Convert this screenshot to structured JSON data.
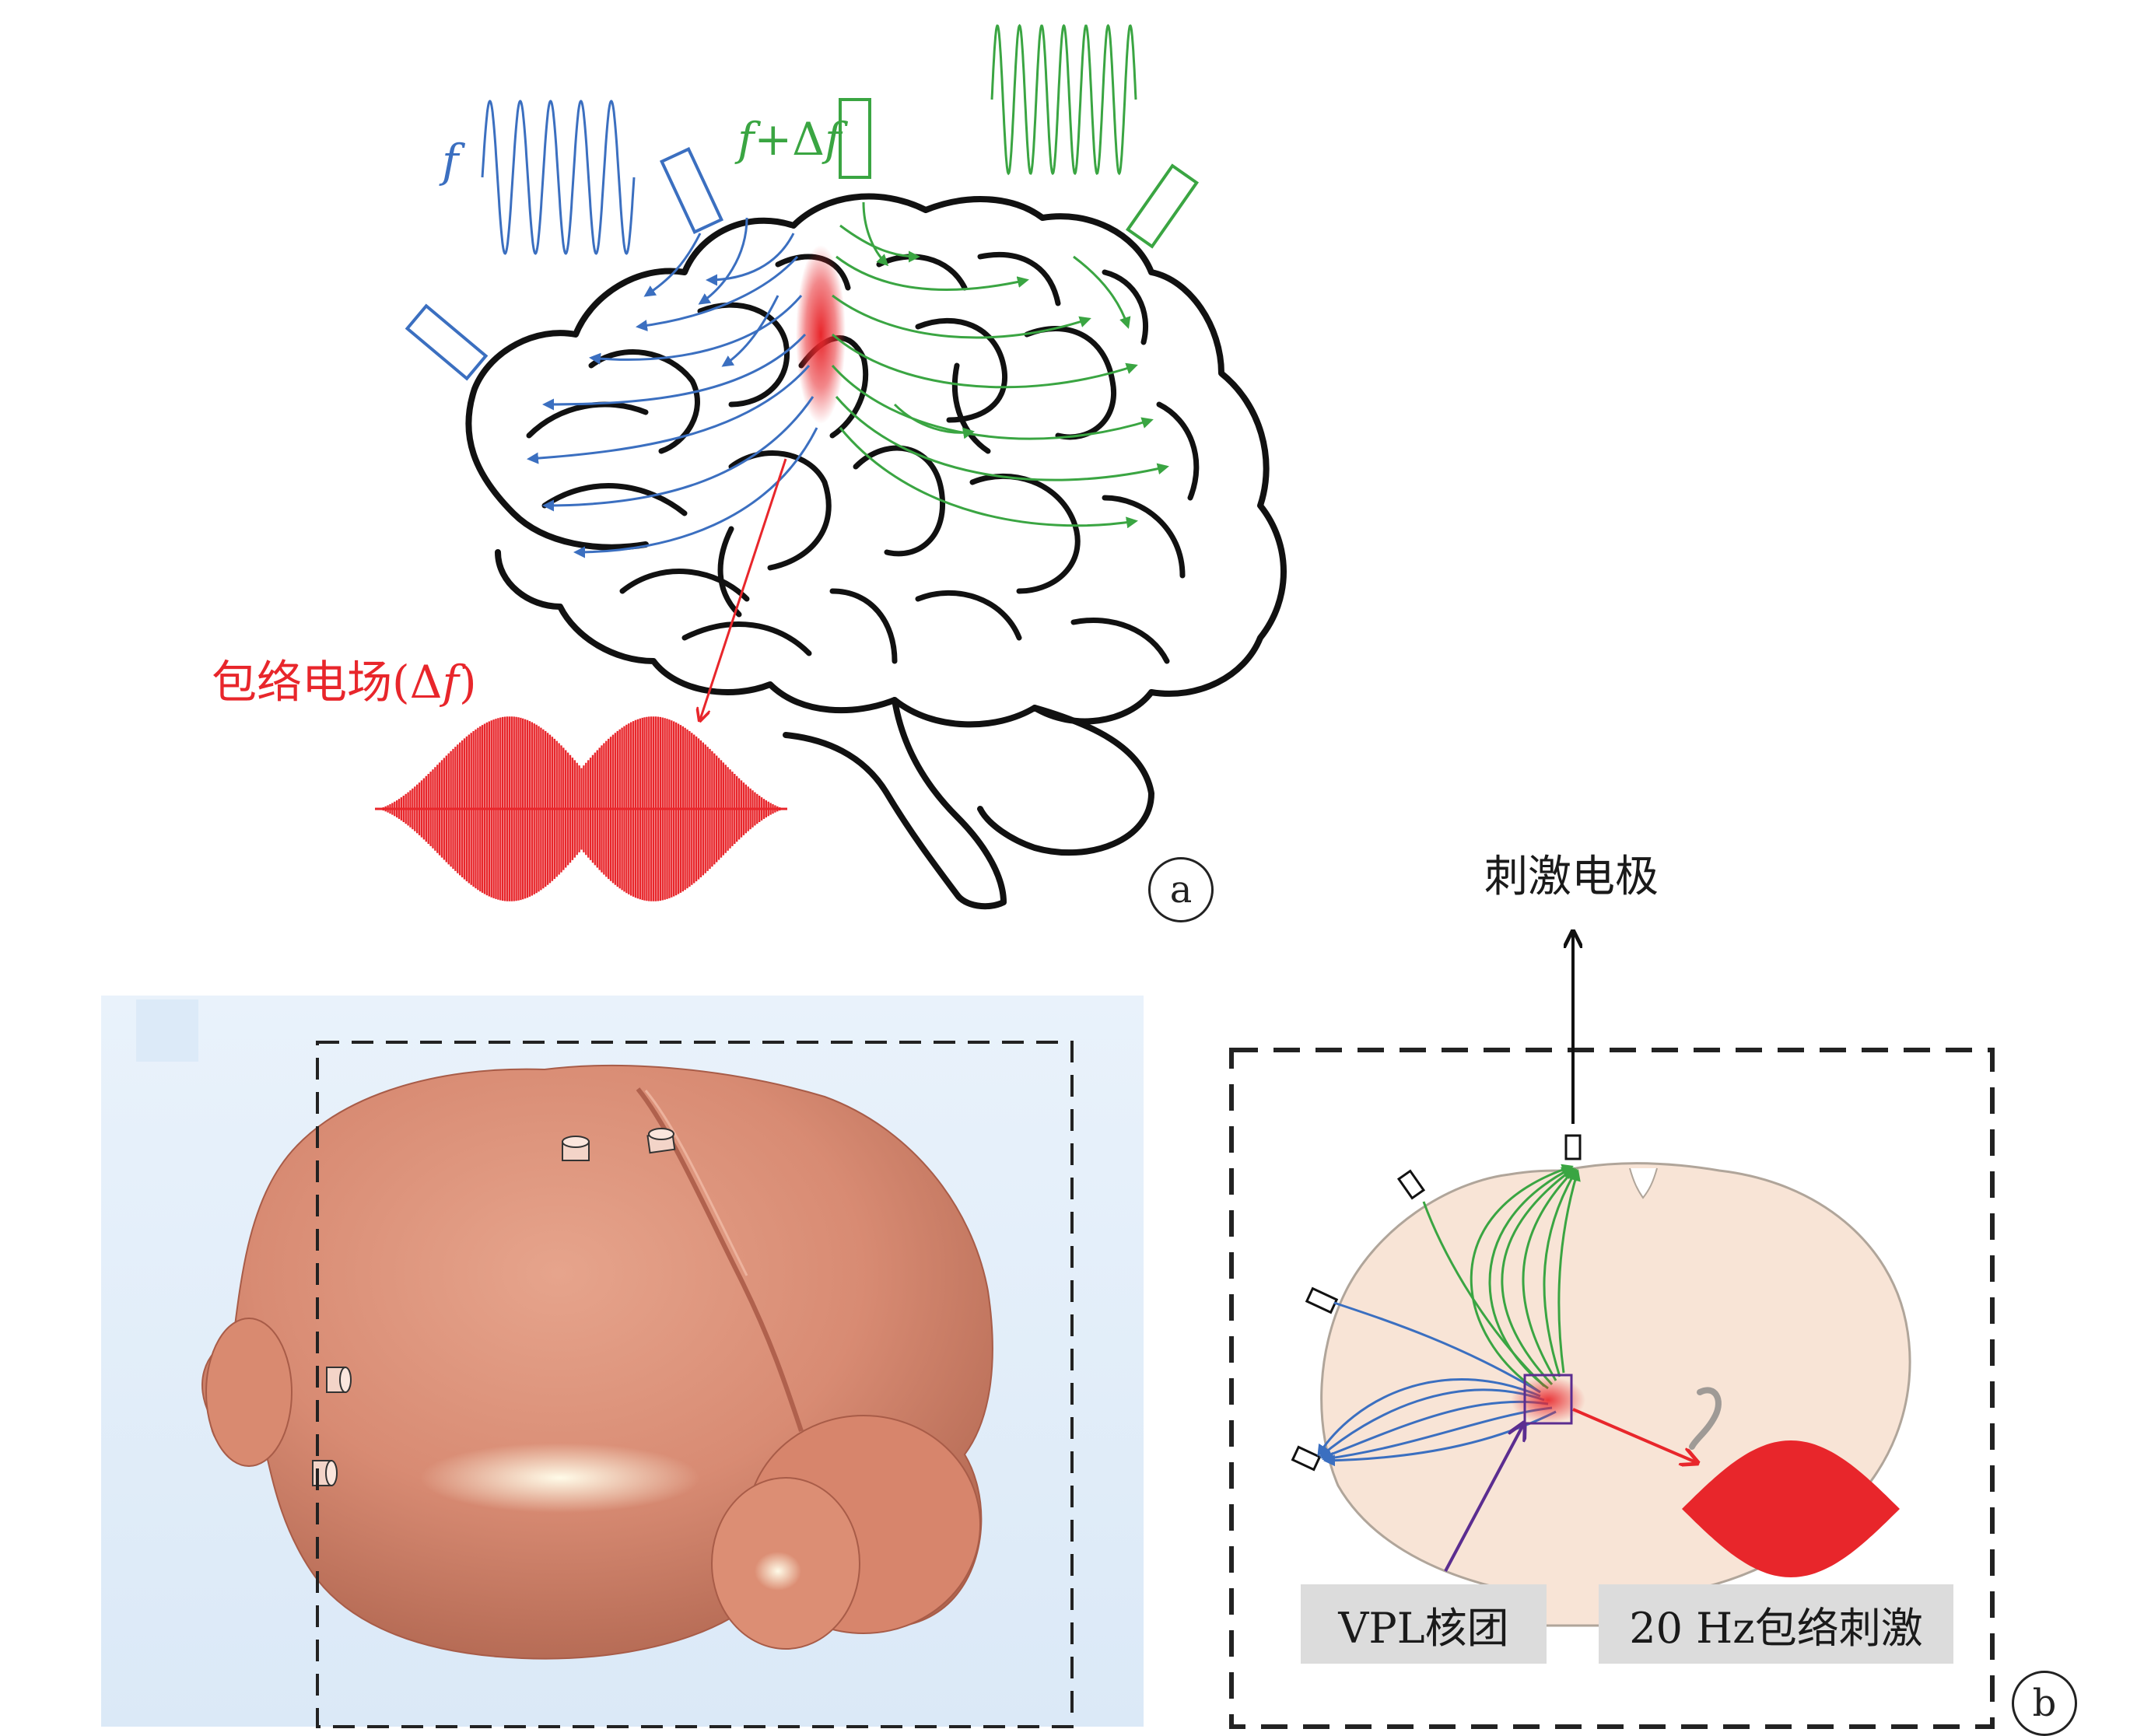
{
  "panel_a": {
    "label": "a",
    "freq_f": "f",
    "freq_f_plus": "f",
    "freq_plus_delta": "+Δ",
    "freq_f_tail": "f",
    "envelope_label_main": "包络电场(Δ",
    "envelope_label_f": "f",
    "envelope_label_close": ")",
    "colors": {
      "blue": "#3b6fc0",
      "green": "#3aa542",
      "red": "#e8262b"
    }
  },
  "panel_b": {
    "label": "b",
    "electrode_label": "刺激电极",
    "vpl_label": "VPL核团",
    "envelope_stim_label": "20 Hz包络刺激",
    "colors": {
      "arrow_purple": "#5b2d90",
      "blue": "#3b6fc0",
      "green": "#3aa542",
      "red": "#e8262b"
    }
  }
}
